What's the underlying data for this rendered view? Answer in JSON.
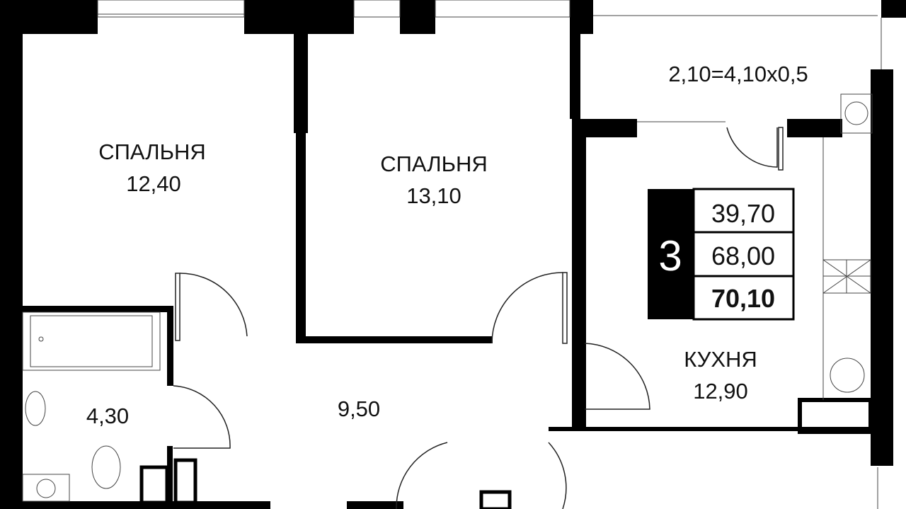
{
  "plan": {
    "rooms": [
      {
        "name": "СПАЛЬНЯ",
        "area": "12,40"
      },
      {
        "name": "СПАЛЬНЯ",
        "area": "13,10"
      },
      {
        "name": "КУХНЯ",
        "area": "12,90"
      },
      {
        "name": "",
        "area": "9,50"
      },
      {
        "name": "",
        "area": "4,30"
      }
    ],
    "balcony": "2,10=4,10x0,5",
    "summary": {
      "rooms_count": "3",
      "living_area": "39,70",
      "total_area": "68,00",
      "total_with_balcony": "70,10"
    }
  }
}
